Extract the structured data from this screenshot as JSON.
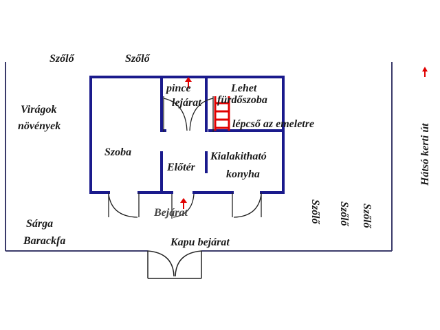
{
  "labels": {
    "szolo_1": "Szőlő",
    "szolo_2": "Szőlő",
    "viragok": "Virágok",
    "novenyek": "növények",
    "sarga": "Sárga",
    "barackfa": "Barackfa",
    "szoba": "Szoba",
    "pince": "pince",
    "lejarat": "lejárat",
    "lehet": "Lehet",
    "furdoszoba": "fürdőszoba",
    "lepcso": "lépcső az emeletre",
    "eloter": "Előtér",
    "kialakithato": "Kialakitható",
    "konyha": "konyha",
    "bejarat": "Bejárat",
    "kapu_bejarat": "Kapu bejárat",
    "hatso_kerti_ut": "Hátsó kerti út",
    "szolo_v1": "Szőlő",
    "szolo_v2": "Szőlő",
    "szolo_v3": "Szőlő"
  },
  "colors": {
    "wall": "#1a1a8c",
    "fence": "#3a3a6a",
    "door": "#222222",
    "stairs": "#e00000",
    "arrow": "#e00000",
    "text": "#1a1a1a"
  }
}
